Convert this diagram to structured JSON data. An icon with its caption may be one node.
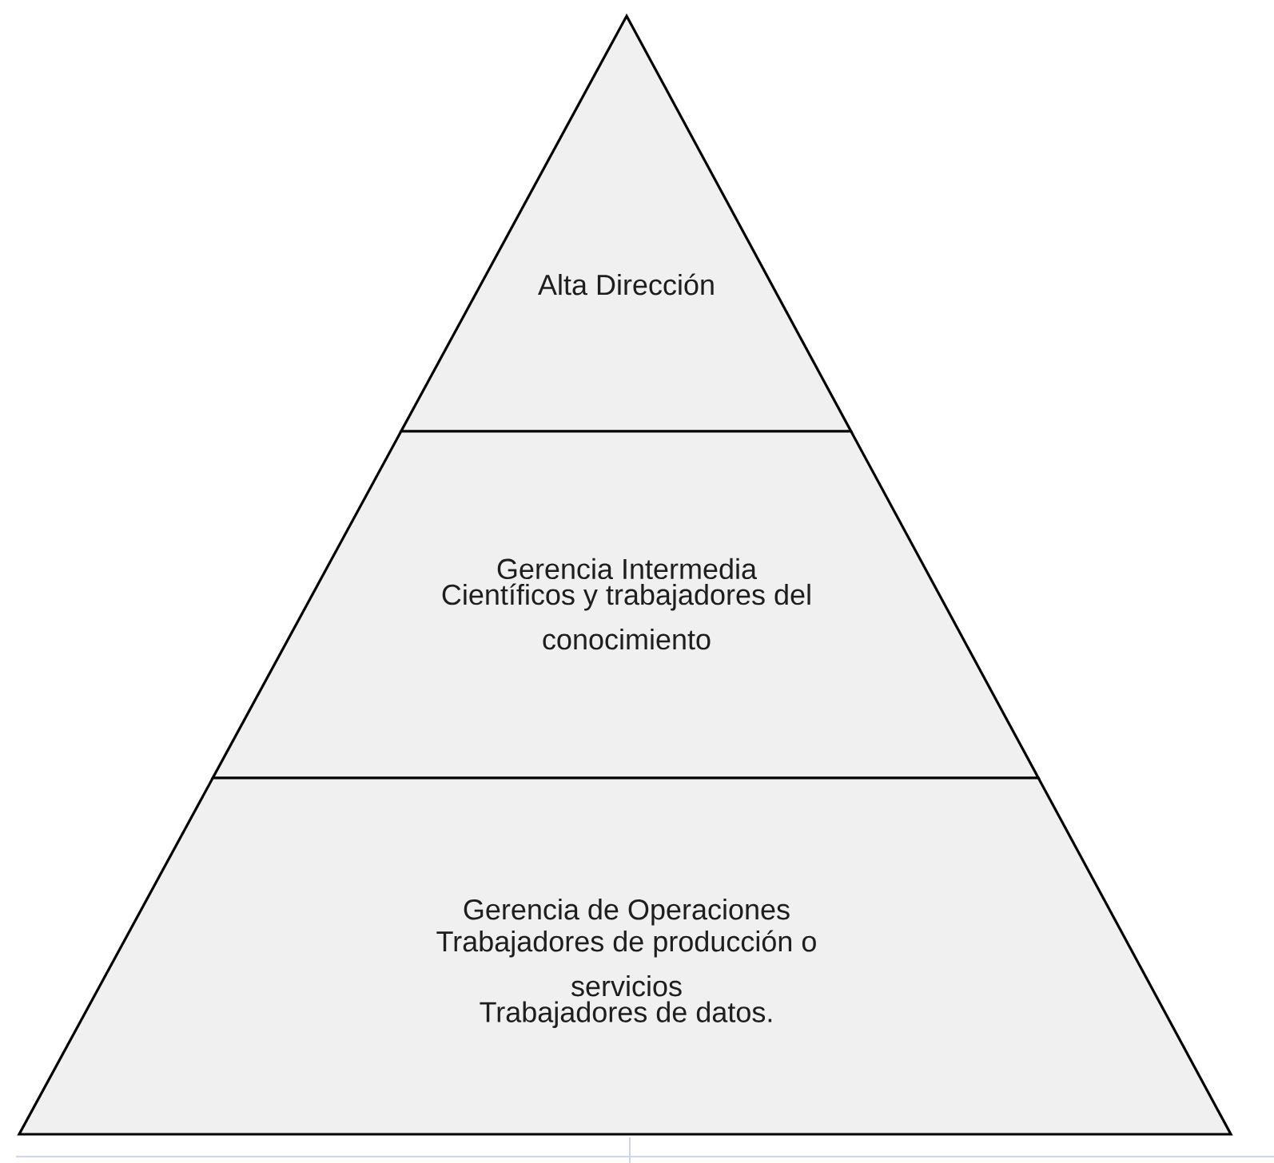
{
  "diagram": {
    "nodes": [
      {
        "text": [
          "Alta Dirección"
        ]
      },
      {
        "text": [
          "Gerencia Intermedia",
          "Científicos y trabajadores del conocimiento"
        ]
      },
      {
        "text": [
          "Gerencia de Operaciones",
          "Trabajadores de producción o servicios",
          "Trabajadores de datos."
        ]
      }
    ]
  }
}
